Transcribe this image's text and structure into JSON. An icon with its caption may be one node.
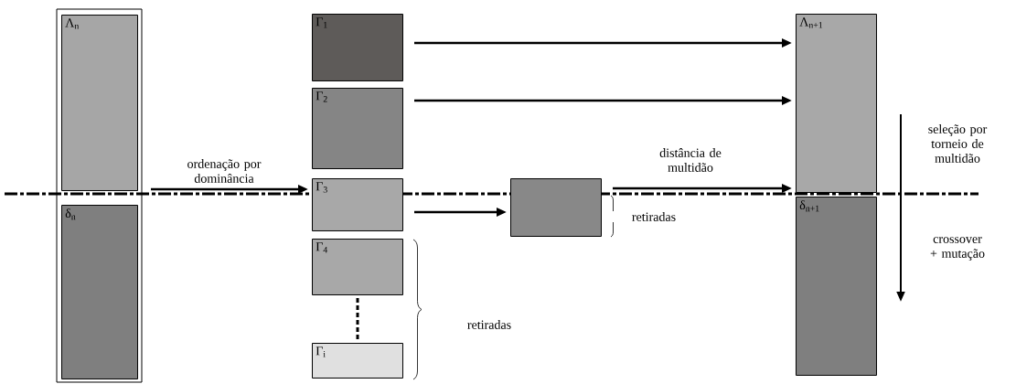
{
  "diagram": {
    "nodes": [
      {
        "text": [
          "Λ$_{n}$"
        ]
      },
      {
        "text": [
          "δ$_{n}$"
        ]
      },
      {
        "text": [
          "Γ$_{1}$"
        ]
      },
      {
        "text": [
          "Γ$_{2}$"
        ]
      },
      {
        "text": [
          "Γ$_{3}$"
        ]
      },
      {
        "text": [
          "Γ$_{4}$"
        ]
      },
      {
        "text": [
          "Γ$_{i}$"
        ]
      },
      {
        "text": [],
        "shape": "box"
      },
      {
        "text": [
          "Λ$_{n+1}$"
        ]
      },
      {
        "text": [
          "δ$_{n+1}$"
        ]
      }
    ],
    "edges": [
      {
        "from": null,
        "to": 4,
        "arrow": "to",
        "label": "ordenação por dominância"
      },
      {
        "from": 2,
        "to": 8,
        "arrow": "to"
      },
      {
        "from": 3,
        "to": 8,
        "arrow": "to"
      },
      {
        "from": 4,
        "to": 7,
        "arrow": "to"
      },
      {
        "from": 5,
        "to": 6,
        "arrow": "none",
        "style": "dashed"
      },
      {
        "from": 7,
        "to": 8,
        "arrow": "to",
        "label": "distância de multidão"
      }
    ],
    "labels": [
      "retiradas",
      "seleção por torneio de multidão",
      "crossover + mutação",
      "retiradas"
    ]
  }
}
